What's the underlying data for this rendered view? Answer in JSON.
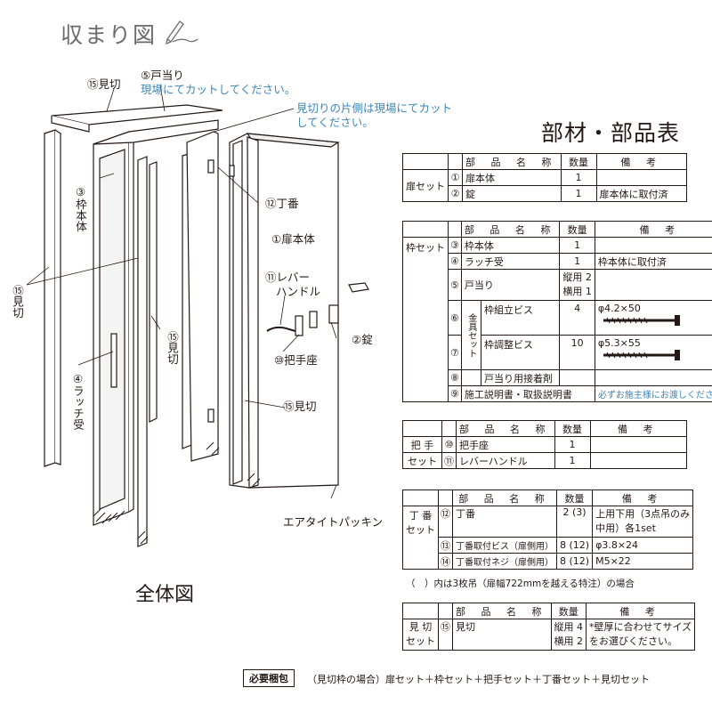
{
  "page_title": "収まり図",
  "overall_label": "全体図",
  "parts_title": "部材・部品表",
  "callouts": {
    "mikiri_top": "⑮見切",
    "tomeari": "⑤戸当り",
    "tomeari_note": "現場にてカットしてください。",
    "mikiri_note_1": "見切りの片側は現場にてカット",
    "mikiri_note_2": "してください。",
    "waku_hontai": "③枠本体",
    "choban": "⑫丁番",
    "tobira_hontai": "①扉本体",
    "lever_1": "⑪レバー",
    "lever_2": "ハンドル",
    "mikiri_left": "⑮見切",
    "jo": "②錠",
    "totte_za": "⑩把手座",
    "mikiri_mid": "⑮見切",
    "latch_uke": "④ラッチ受",
    "mikiri_bottom": "⑮見切",
    "packing": "エアタイトパッキン"
  },
  "tables": {
    "header": {
      "name": "部 品 名 称",
      "qty": "数量",
      "note": "備 考"
    },
    "door_set": {
      "group": "扉セット",
      "rows": [
        {
          "no": "①",
          "name": "扉本体",
          "qty": "1",
          "note": ""
        },
        {
          "no": "②",
          "name": "錠",
          "qty": "1",
          "note": "扉本体に取付済"
        }
      ]
    },
    "frame_set": {
      "group": "枠セット",
      "rows": [
        {
          "no": "③",
          "name": "枠本体",
          "qty": "1",
          "note": ""
        },
        {
          "no": "④",
          "name": "ラッチ受",
          "qty": "1",
          "note": "枠本体に取付済"
        },
        {
          "no": "⑤",
          "name": "戸当り",
          "qty": "縦用 2",
          "qty2": "横用 1",
          "note": ""
        },
        {
          "no": "⑥",
          "name": "枠組立ビス",
          "qty": "4",
          "note": "φ4.2×50"
        },
        {
          "no": "⑦",
          "name": "枠調整ビス",
          "qty": "10",
          "note": "φ5.3×55"
        },
        {
          "no": "⑧",
          "name": "戸当り用接着剤",
          "qty": "",
          "note": ""
        },
        {
          "no": "⑨",
          "name": "施工説明書・取扱説明書",
          "qty": "",
          "note": "必ずお施主様にお渡しください"
        }
      ],
      "subgroup": "金具セット"
    },
    "handle_set": {
      "group_1": "把 手",
      "group_2": "セット",
      "rows": [
        {
          "no": "⑩",
          "name": "把手座",
          "qty": "1",
          "note": ""
        },
        {
          "no": "⑪",
          "name": "レバーハンドル",
          "qty": "1",
          "note": ""
        }
      ]
    },
    "hinge_set": {
      "group_1": "丁 番",
      "group_2": "セット",
      "rows": [
        {
          "no": "⑫",
          "name": "丁番",
          "qty": "2 (3)",
          "note": "上用下用（3点吊のみ",
          "note2": "中用）各1set"
        },
        {
          "no": "⑬",
          "name": "丁番取付ビス（扉側用）",
          "qty": "8 (12)",
          "note": "φ3.8×24"
        },
        {
          "no": "⑭",
          "name": "丁番取付ネジ（扉側用）",
          "qty": "8 (12)",
          "note": "M5×22"
        }
      ]
    },
    "note_triple": "（　）内は3枚吊（扉幅722mmを越える特注）の場合",
    "mikiri_set": {
      "group_1": "見 切",
      "group_2": "セット",
      "rows": [
        {
          "no": "⑮",
          "name": "見切",
          "qty": "縦用 4",
          "qty2": "横用 2",
          "note": "*壁厚に合わせてサイズ",
          "note2": "をお選びください。"
        }
      ]
    }
  },
  "required": {
    "label": "必要梱包",
    "text": "（見切枠の場合）扉セット＋枠セット＋把手セット＋丁番セット＋見切セット"
  },
  "colors": {
    "text": "#231815",
    "accent_blue": "#3d86b8",
    "title_gray": "#6b6b6b"
  }
}
